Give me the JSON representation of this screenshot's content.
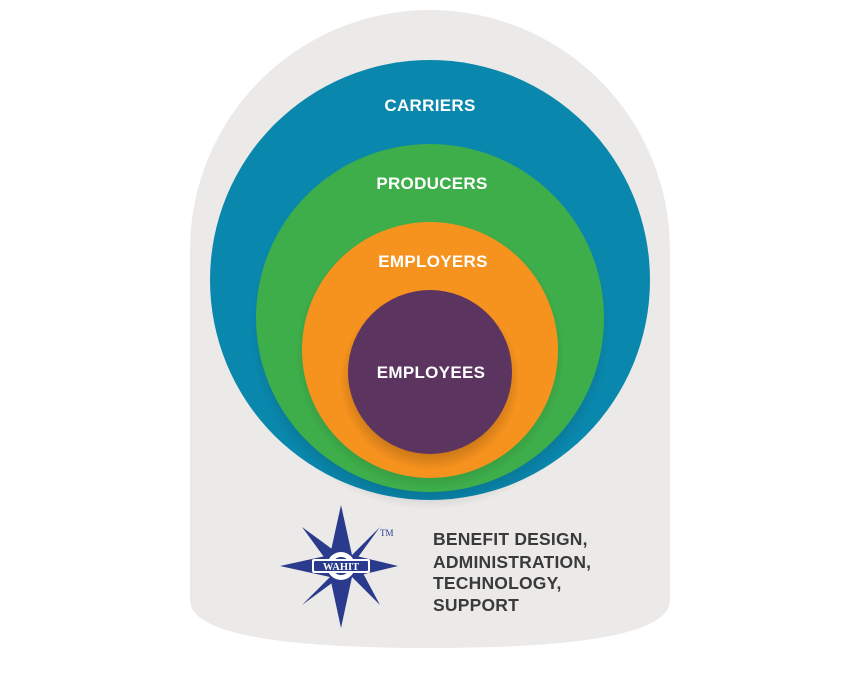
{
  "rings": [
    {
      "label": "CARRIERS",
      "color": "#0a87ad"
    },
    {
      "label": "PRODUCERS",
      "color": "#3eae4a"
    },
    {
      "label": "EMPLOYERS",
      "color": "#f6921e"
    },
    {
      "label": "EMPLOYEES",
      "color": "#5c3460"
    }
  ],
  "background_color": "#eceae8",
  "logo": {
    "text": "WAHIT",
    "trademark": "TM",
    "color": "#2a3a8c"
  },
  "caption": {
    "lines": [
      "BENEFIT DESIGN,",
      "ADMINISTRATION,",
      "TECHNOLOGY,",
      "SUPPORT"
    ],
    "color": "#3a3a3a"
  }
}
